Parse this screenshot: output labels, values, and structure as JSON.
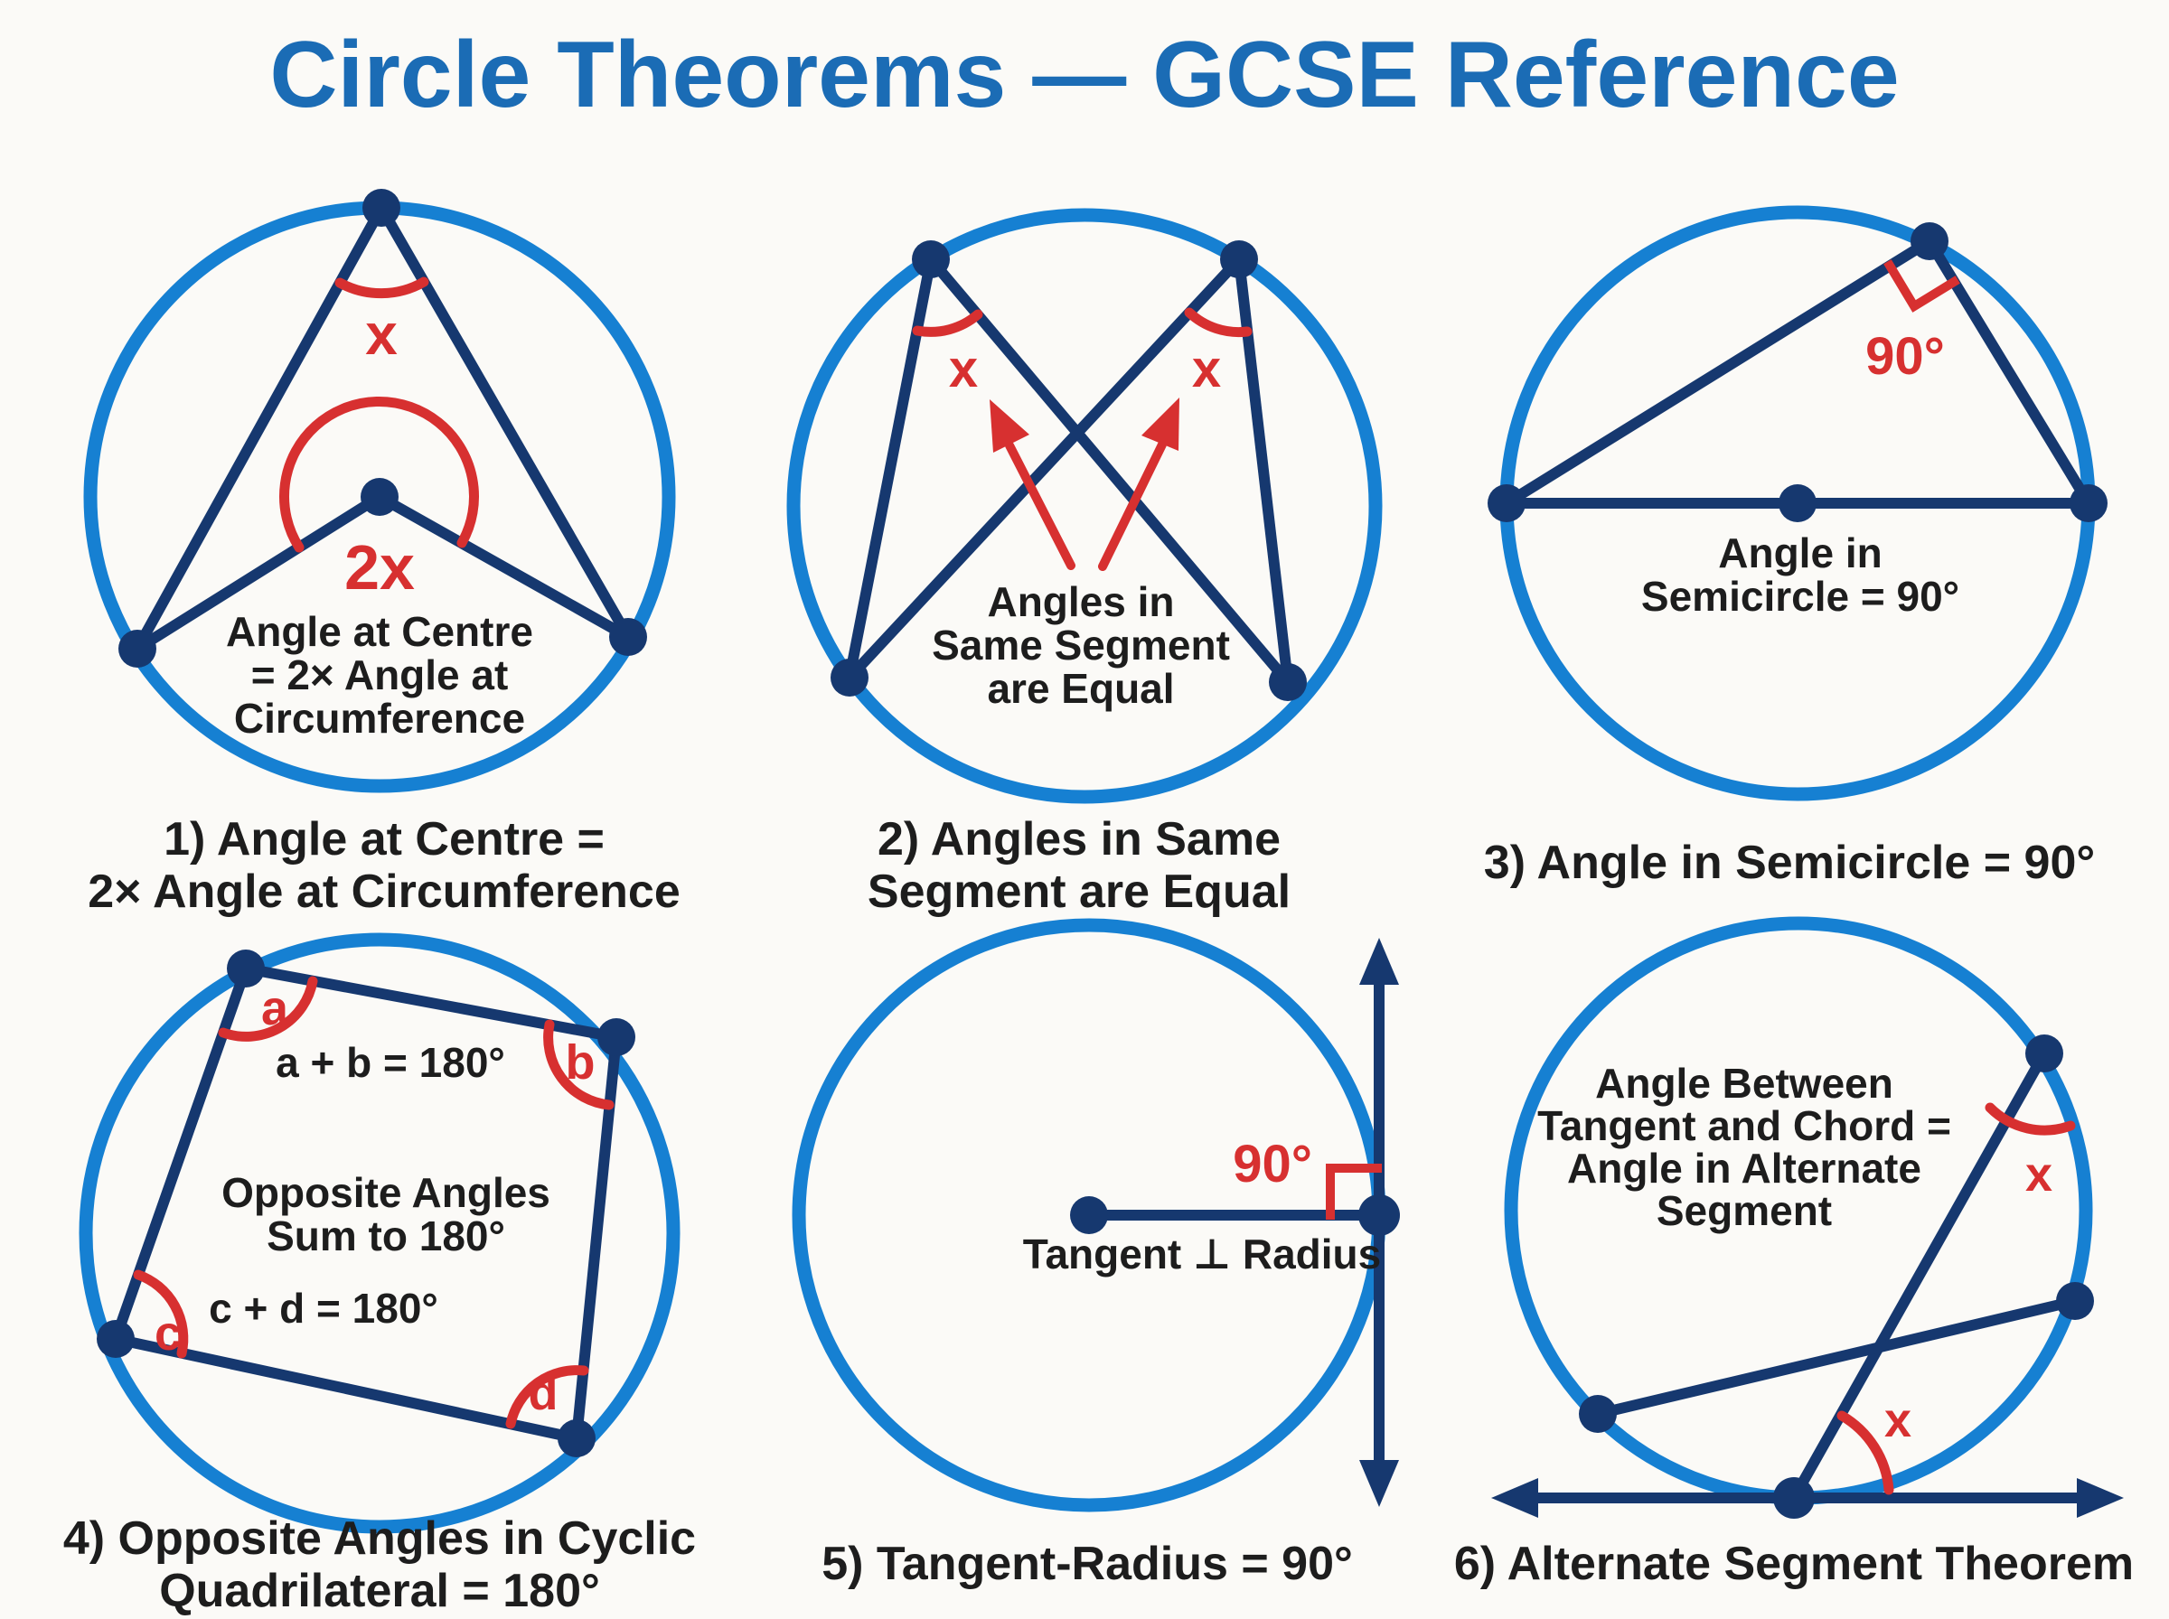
{
  "title": "Circle Theorems — GCSE Reference",
  "colors": {
    "background": "#fbfaf7",
    "title_blue": "#1b6cb5",
    "circle_blue": "#1680d2",
    "navy": "#16386f",
    "red": "#d73030",
    "text_dark": "#1d1d1d"
  },
  "diagrams": {
    "d1": {
      "angle_apex": "x",
      "angle_centre": "2x",
      "note_line1": "Angle at Centre",
      "note_line2": "= 2× Angle at",
      "note_line3": "Circumference",
      "caption_line1": "1) Angle at Centre =",
      "caption_line2": "2× Angle at Circumference"
    },
    "d2": {
      "angle_left": "x",
      "angle_right": "x",
      "note_line1": "Angles in",
      "note_line2": "Same Segment",
      "note_line3": "are Equal",
      "caption_line1": "2) Angles in Same",
      "caption_line2": "Segment are Equal"
    },
    "d3": {
      "angle_label": "90°",
      "note_line1": "Angle in",
      "note_line2": "Semicircle = 90°",
      "caption": "3) Angle in Semicircle = 90°"
    },
    "d4": {
      "vertex_a": "a",
      "vertex_b": "b",
      "vertex_c": "c",
      "vertex_d": "d",
      "eq_top": "a + b = 180°",
      "note_line1": "Opposite Angles",
      "note_line2": "Sum to 180°",
      "eq_bottom": "c + d = 180°",
      "caption_line1": "4) Opposite Angles in Cyclic",
      "caption_line2": "Quadrilateral = 180°"
    },
    "d5": {
      "angle_label": "90°",
      "note": "Tangent ⊥ Radius",
      "caption": "5) Tangent-Radius = 90°"
    },
    "d6": {
      "angle_top": "x",
      "angle_bottom": "x",
      "note_line1": "Angle Between",
      "note_line2": "Tangent and Chord =",
      "note_line3": "Angle in Alternate",
      "note_line4": "Segment",
      "caption": "6) Alternate Segment Theorem"
    }
  }
}
